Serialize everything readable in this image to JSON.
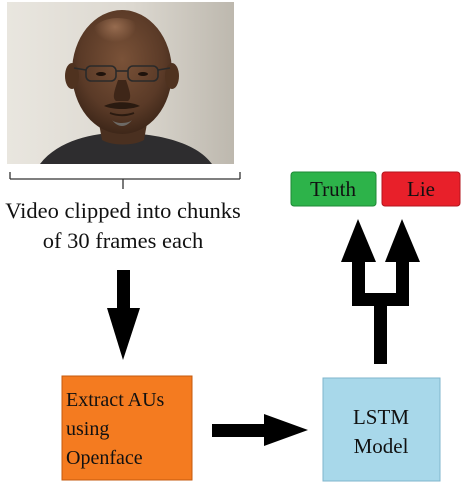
{
  "video_frame": {
    "image_description": "video-frame-photo"
  },
  "caption": {
    "line1": "Video clipped into chunks",
    "line2": "of 30 frames each"
  },
  "extract_box": {
    "line1": "Extract AUs",
    "line2": "using",
    "line3": "Openface",
    "color": "#f47b20"
  },
  "lstm_box": {
    "line1": "LSTM",
    "line2": "Model",
    "color": "#a8d8ea"
  },
  "outputs": {
    "truth": {
      "label": "Truth",
      "color": "#2db34a"
    },
    "lie": {
      "label": "Lie",
      "color": "#e8202a"
    }
  },
  "arrow_color": "#000000"
}
